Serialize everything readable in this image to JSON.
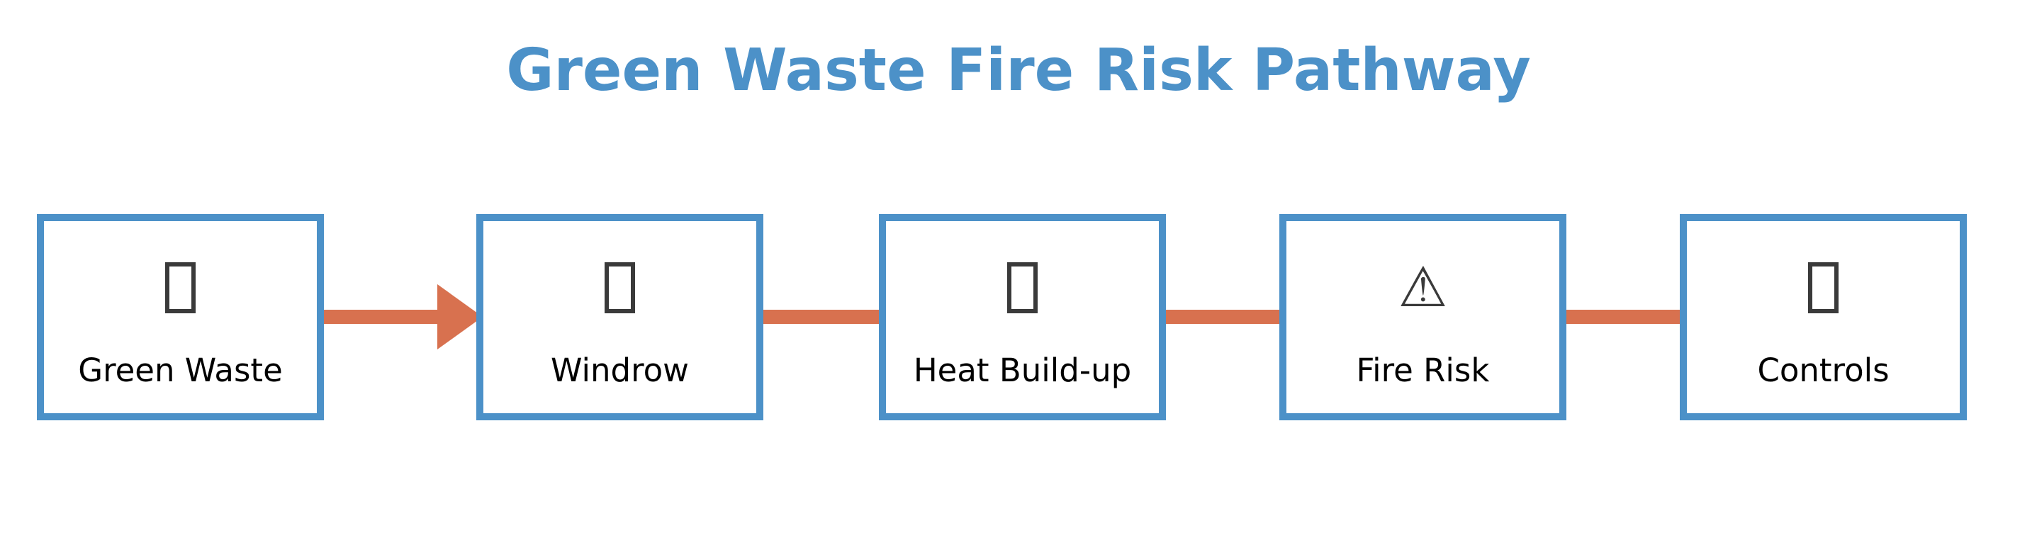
{
  "title": {
    "text": "Green Waste Fire Risk Pathway",
    "color": "#4c91c8"
  },
  "diagram": {
    "boxes": [
      {
        "label": "Green Waste",
        "icon": "missing-glyph"
      },
      {
        "label": "Windrow",
        "icon": "missing-glyph"
      },
      {
        "label": "Heat Build-up",
        "icon": "missing-glyph"
      },
      {
        "label": "Fire Risk",
        "icon": "warning-triangle",
        "icon_char": "⚠"
      },
      {
        "label": "Controls",
        "icon": "missing-glyph"
      }
    ],
    "connectors": [
      {
        "from": "Green Waste",
        "to": "Windrow",
        "style": "arrow"
      },
      {
        "from": "Windrow",
        "to": "Heat Build-up",
        "style": "line"
      },
      {
        "from": "Heat Build-up",
        "to": "Fire Risk",
        "style": "line"
      },
      {
        "from": "Fire Risk",
        "to": "Controls",
        "style": "line"
      }
    ],
    "colors": {
      "box_border": "#4c91c8",
      "box_fill": "#ffffff",
      "connector": "#d8714f",
      "icon": "#3a3a3a",
      "label": "#000000"
    }
  }
}
